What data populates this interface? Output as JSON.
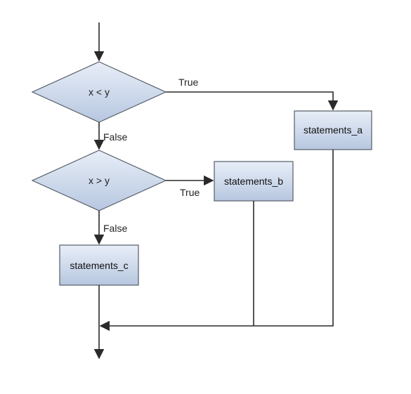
{
  "colors": {
    "shape_fill_top": "#e8eef8",
    "shape_fill_bottom": "#b7c7e0",
    "line": "#2a2a2a"
  },
  "decisions": [
    {
      "id": "d1",
      "label": "x < y"
    },
    {
      "id": "d2",
      "label": "x > y"
    }
  ],
  "statements": [
    {
      "id": "a",
      "label": "statements_a"
    },
    {
      "id": "b",
      "label": "statements_b"
    },
    {
      "id": "c",
      "label": "statements_c"
    }
  ],
  "edge_labels": {
    "d1_true": "True",
    "d1_false": "False",
    "d2_true": "True",
    "d2_false": "False"
  }
}
